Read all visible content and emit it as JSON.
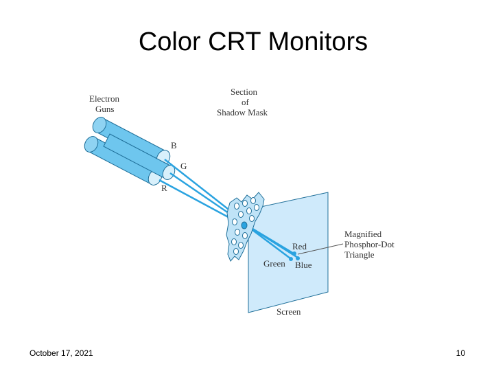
{
  "slide": {
    "title": "Color CRT Monitors",
    "date": "October 17, 2021",
    "page_number": "10"
  },
  "diagram": {
    "labels": {
      "electron_guns_line1": "Electron",
      "electron_guns_line2": "Guns",
      "section_line1": "Section",
      "section_line2": "of",
      "section_line3": "Shadow Mask",
      "gun_b": "B",
      "gun_g": "G",
      "gun_r": "R",
      "magnified_line1": "Magnified",
      "magnified_line2": "Phosphor-Dot",
      "magnified_line3": "Triangle",
      "red": "Red",
      "green": "Green",
      "blue": "Blue",
      "screen": "Screen"
    },
    "colors": {
      "gun_fill": "#6ec6ee",
      "gun_stroke": "#1f6f99",
      "beam": "#2aa3e0",
      "screen_fill": "#cfeafb",
      "screen_stroke": "#1f6f99",
      "mask_fill": "#bfe3f7"
    }
  }
}
